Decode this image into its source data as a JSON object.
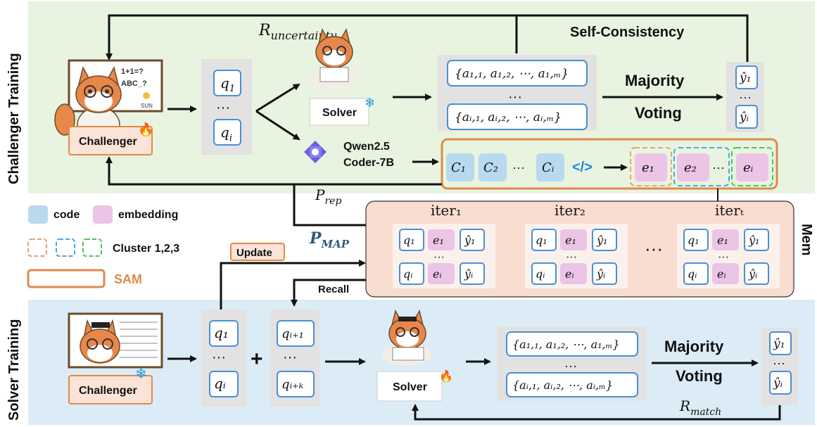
{
  "sections": {
    "challenger_training": "Challenger Training",
    "solver_training": "Solver Training",
    "mem": "Mem"
  },
  "top": {
    "r_uncertainty": "R",
    "r_uncertainty_sub": "uncertainty",
    "self_consistency": "Self-Consistency",
    "challenger_label": "Challenger",
    "board_text_1": "1+1=?",
    "board_text_2": "ABC_?",
    "board_text_3": "SUN",
    "q_first": "q",
    "q_first_sub": "1",
    "q_dots": "···",
    "q_last": "q",
    "q_last_sub": "i",
    "solver_label": "Solver",
    "answers_first": "{a₁,₁, a₁,₂, ⋯, a₁,ₘ}",
    "answers_dots": "···",
    "answers_last": "{aᵢ,₁, aᵢ,₂, ⋯, aᵢ,ₘ}",
    "majority": "Majority",
    "voting": "Voting",
    "y_first": "ŷ₁",
    "y_dots": "···",
    "y_last": "ŷᵢ",
    "qwen_line1": "Qwen2.5",
    "qwen_line2": "Coder-7B",
    "c1": "C₁",
    "c2": "C₂",
    "c_dots": "···",
    "ci": "Cᵢ",
    "code_icon": "</>",
    "e1": "e₁",
    "e2": "e₂",
    "e_dots": "···",
    "ei": "eᵢ",
    "p_rep": "P",
    "p_rep_sub": "rep"
  },
  "legend": {
    "code": "code",
    "embedding": "embedding",
    "cluster": "Cluster 1,2,3",
    "sam": "SAM"
  },
  "mem": {
    "p_map": "P",
    "p_map_sub": "MAP",
    "update": "Update",
    "recall": "Recall",
    "iter1": "iter₁",
    "iter2": "iter₂",
    "itert": "iterₜ",
    "between_dots": "···",
    "q1": "q₁",
    "qi": "qᵢ",
    "e1": "e₁",
    "ei": "eᵢ",
    "y1": "ŷ₁",
    "yi": "ŷᵢ",
    "dots": "···"
  },
  "bottom": {
    "challenger_label": "Challenger",
    "q_first": "q₁",
    "q_dots": "···",
    "q_last": "qᵢ",
    "plus": "+",
    "qn_first": "qᵢ₊₁",
    "qn_dots": "···",
    "qn_last": "qᵢ₊ₖ",
    "solver_label": "Solver",
    "answers_first": "{a₁,₁, a₁,₂, ⋯, a₁,ₘ}",
    "answers_dots": "···",
    "answers_last": "{aᵢ,₁, aᵢ,₂, ⋯, aᵢ,ₘ}",
    "majority": "Majority",
    "voting": "Voting",
    "y_first": "ŷ₁",
    "y_dots": "···",
    "y_last": "ŷᵢ",
    "r_match": "R",
    "r_match_sub": "match"
  },
  "colors": {
    "challenger_bg": "#e8f4e0",
    "solver_bg": "#dcecf6",
    "mem_bg": "#f8ddd0",
    "gray_box": "#e2e2e2",
    "blue_border": "#4a8fd4",
    "code_fill": "#b9d9ee",
    "embed_fill": "#ebc4e6",
    "sam_orange": "#e08a4a",
    "cluster_orange": "#e8a17a",
    "cluster_blue": "#4aa8dc",
    "cluster_green": "#4cc070"
  }
}
